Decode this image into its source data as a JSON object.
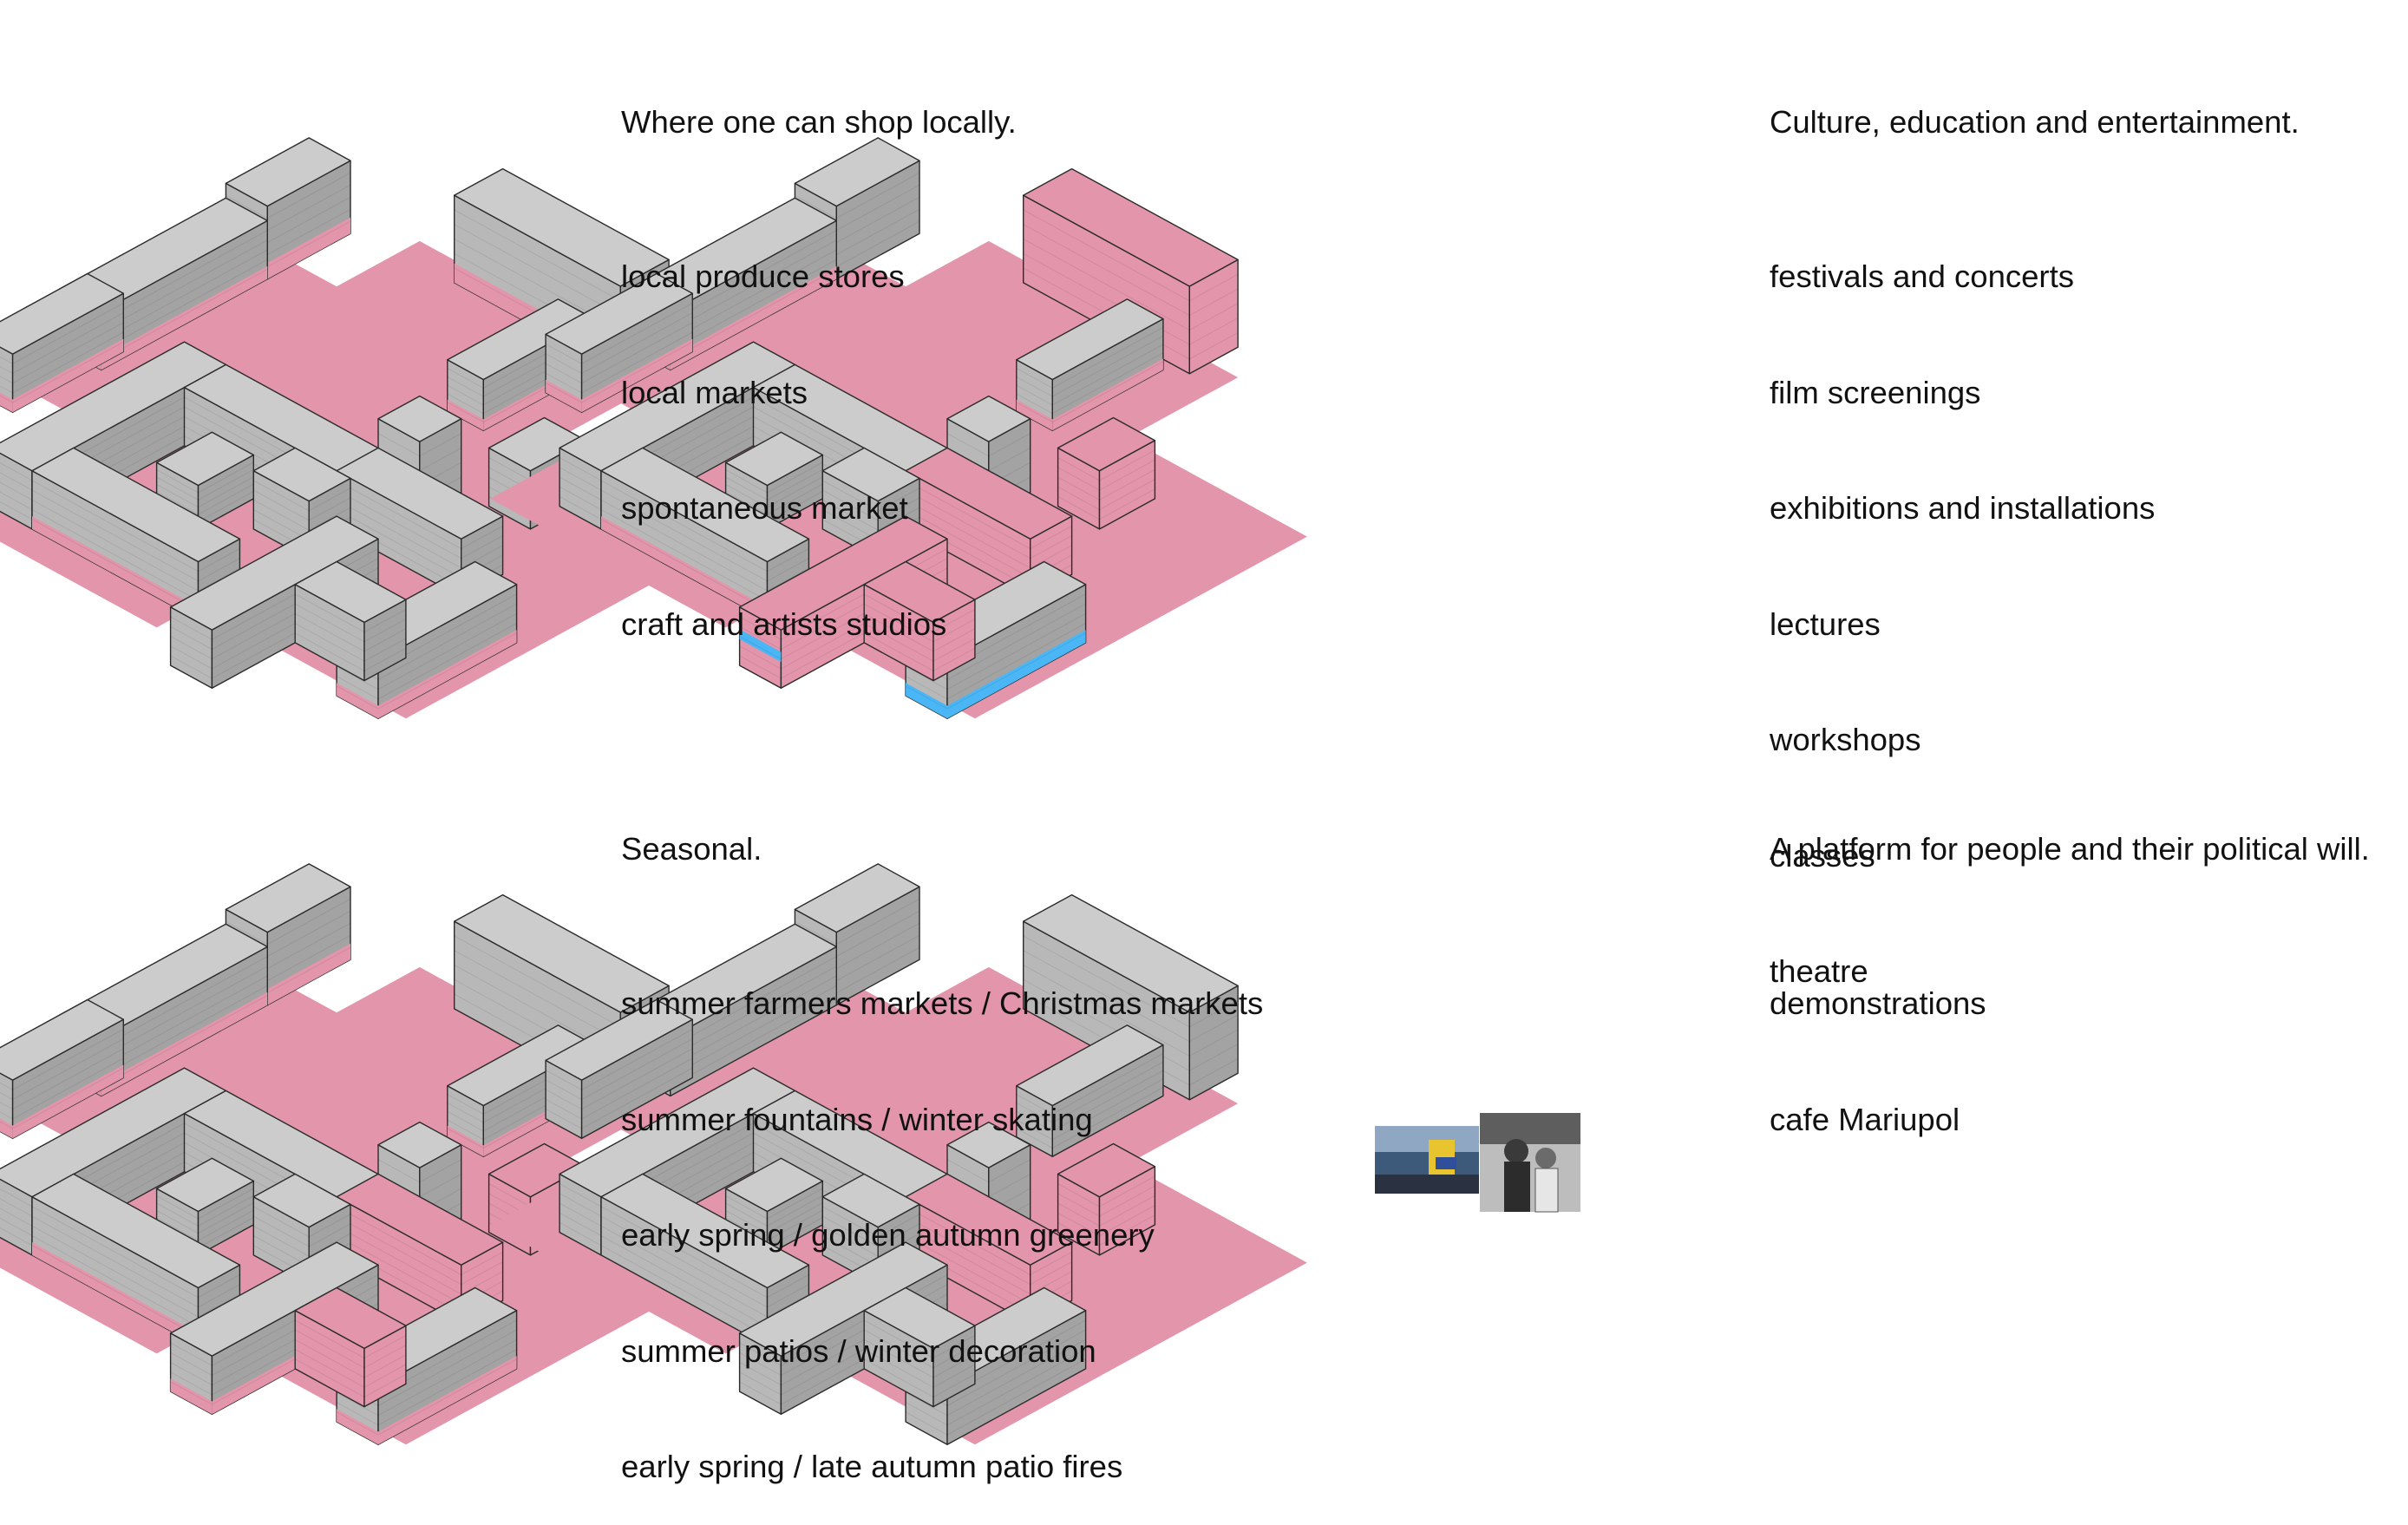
{
  "colors": {
    "plaza": "#e295ab",
    "building_top": "#cccccc",
    "building_left": "#b8b8b8",
    "building_right": "#a3a3a3",
    "outline": "#2b2b2b",
    "accent_blue": "#4ab6f5"
  },
  "panels": [
    {
      "id": "shop-locally",
      "title": "Where one can shop locally.",
      "items": [
        "local produce stores",
        "local markets",
        "spontaneous market",
        "craft and artists studios"
      ]
    },
    {
      "id": "culture",
      "title": "Culture, education and entertainment.",
      "items": [
        "festivals and concerts",
        "film screenings",
        "exhibitions and installations",
        "lectures",
        "workshops",
        "classes",
        "theatre"
      ]
    },
    {
      "id": "seasonal",
      "title": "Seasonal.",
      "items": [
        "summer farmers markets / Christmas markets",
        "summer fountains / winter skating",
        "early spring / golden autumn greenery",
        "summer patios / winter decoration",
        "early spring / late autumn patio fires"
      ]
    },
    {
      "id": "political",
      "title": "A platform for people and their political will.",
      "items": [
        "demonstrations",
        "cafe Mariupol"
      ]
    }
  ]
}
